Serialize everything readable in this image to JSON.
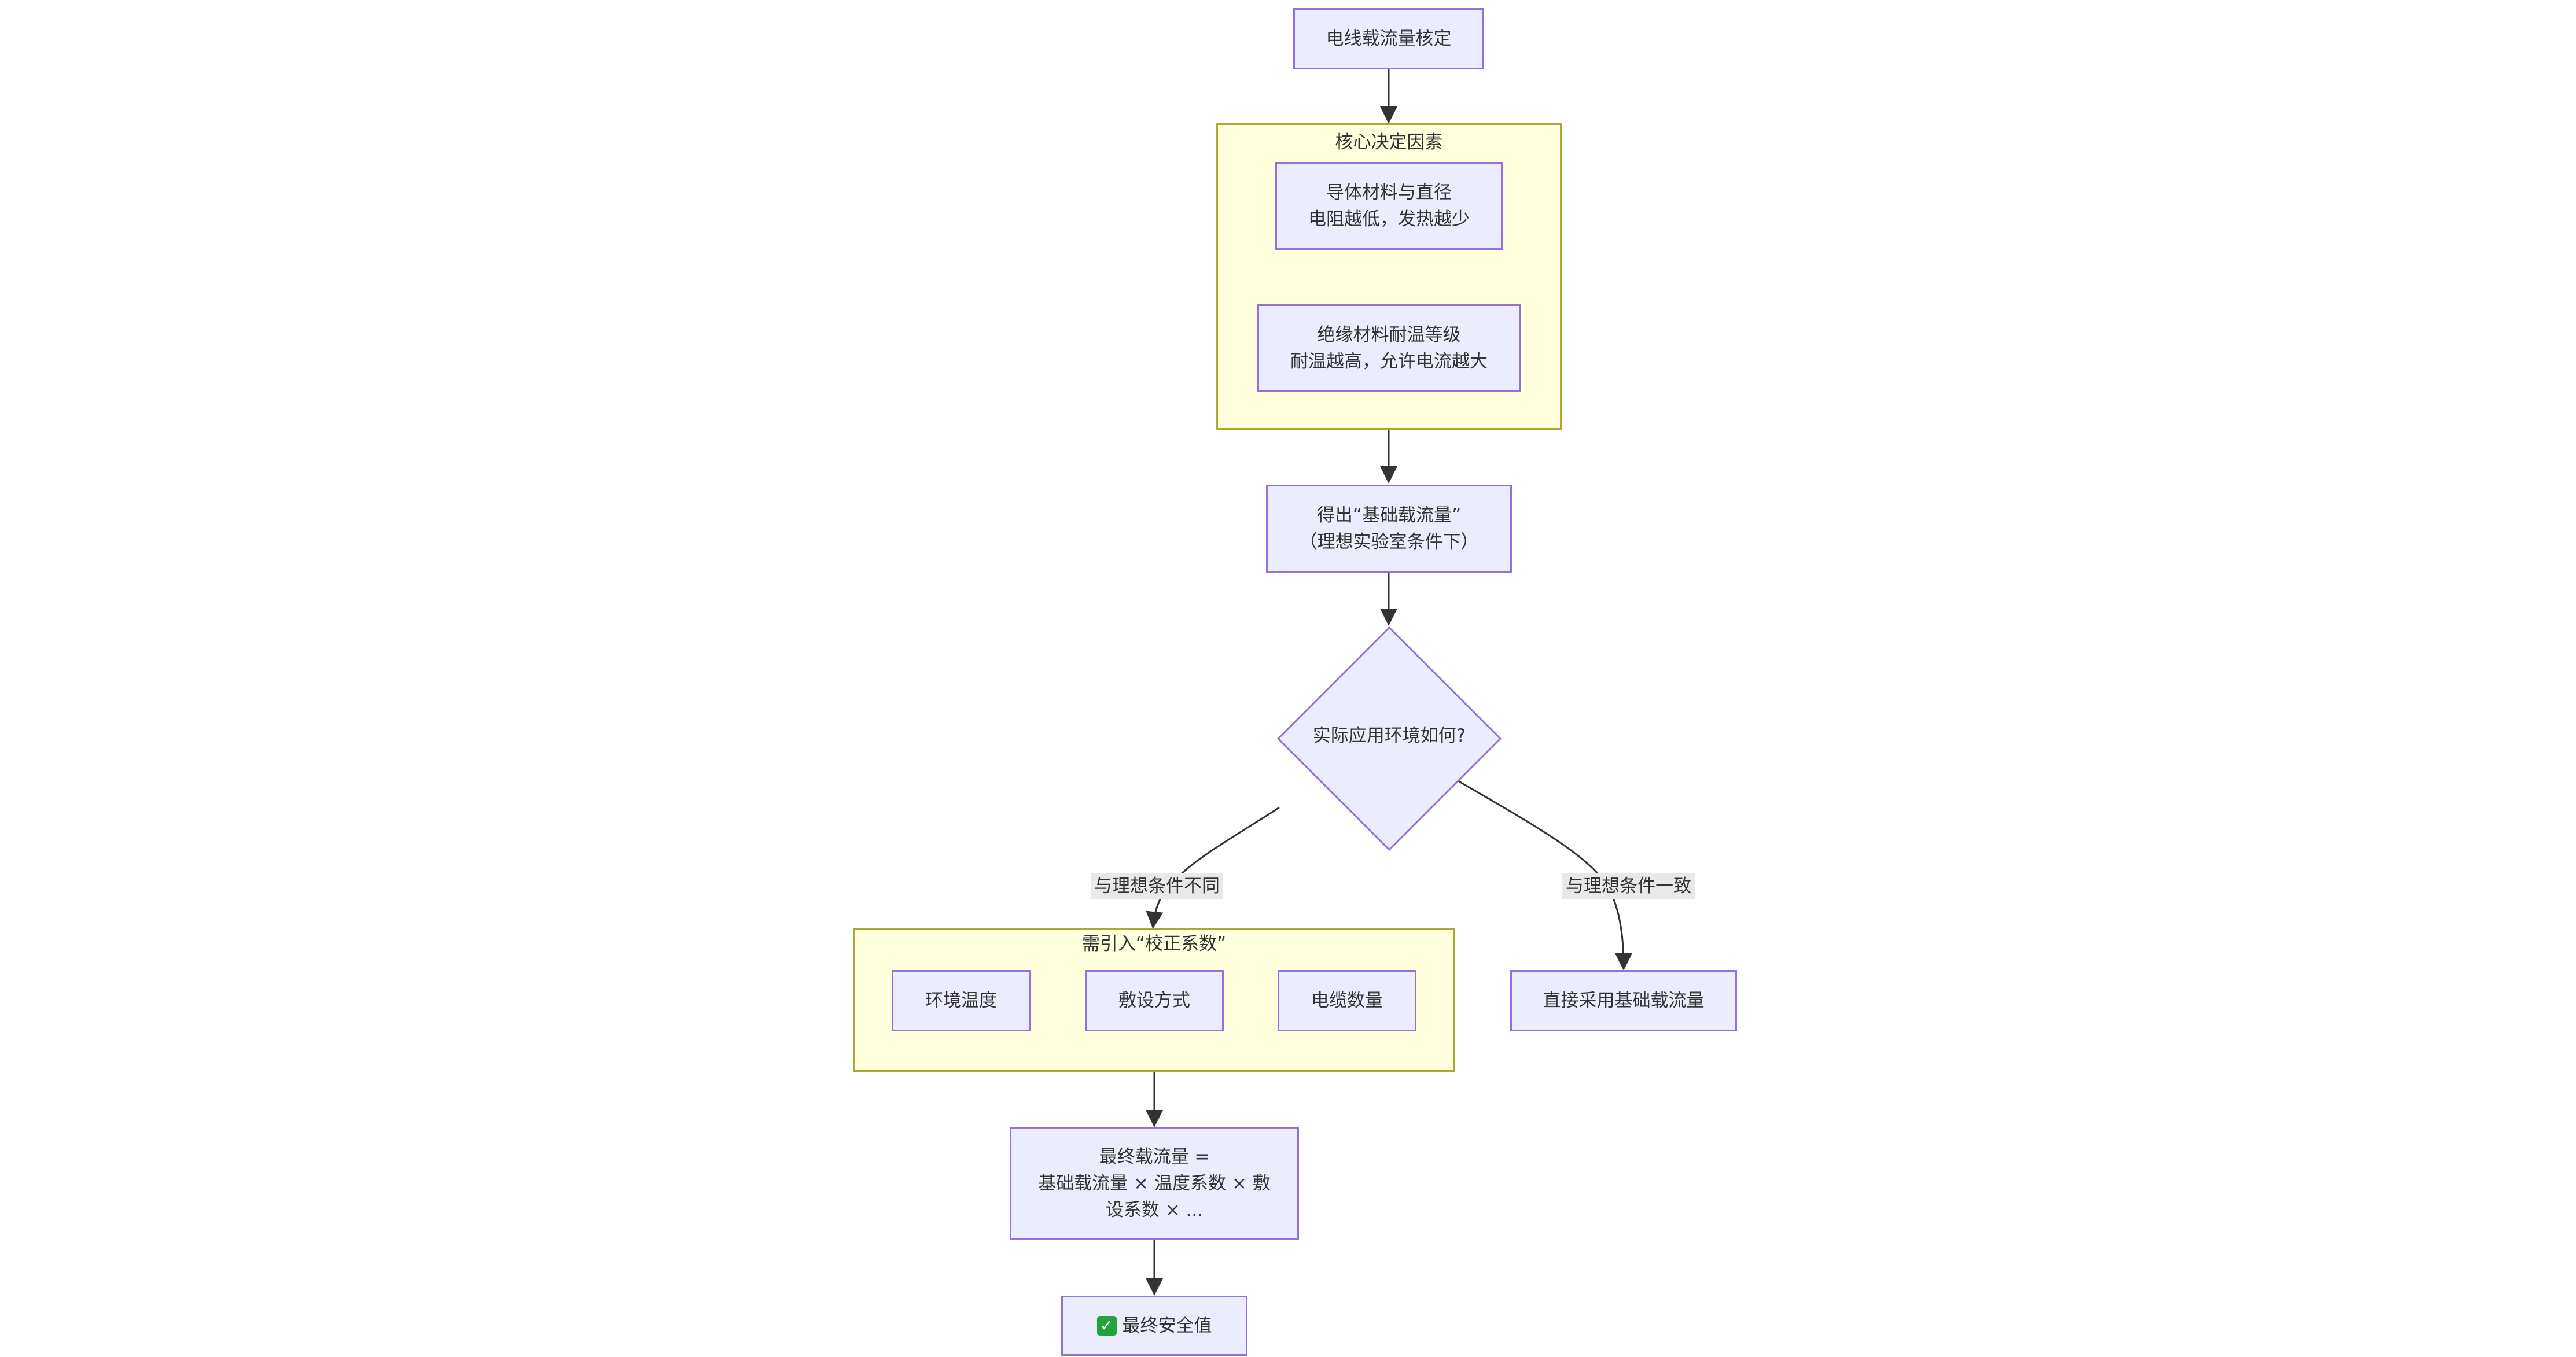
{
  "nodes": {
    "title": "电线载流量核定",
    "material": [
      "导体材料与直径",
      "电阻越低，发热越少"
    ],
    "insulation": [
      "绝缘材料耐温等级",
      "耐温越高，允许电流越大"
    ],
    "base_flow": [
      "得出“基础载流量”",
      "（理想实验室条件下）"
    ],
    "decision": "实际应用环境如何?",
    "env_temp": "环境温度",
    "install_method": "敷设方式",
    "cable_count": "电缆数量",
    "direct_use": "直接采用基础载流量",
    "final_formula": [
      "最终载流量 =",
      "基础载流量 × 温度系数 × 敷",
      "设系数 × ..."
    ],
    "final_safe": "最终安全值"
  },
  "clusters": {
    "core_factors": "核心决定因素",
    "correction": "需引入“校正系数”"
  },
  "edge_labels": {
    "different": "与理想条件不同",
    "same": "与理想条件一致"
  },
  "icons": {
    "check": "check-mark-icon",
    "check_color": "#22A33A"
  },
  "colors": {
    "node_fill": "#ECECFF",
    "node_border": "#9370DB",
    "cluster_fill": "#FFFFDE",
    "cluster_border": "#AAAA33",
    "edge": "#333333"
  }
}
